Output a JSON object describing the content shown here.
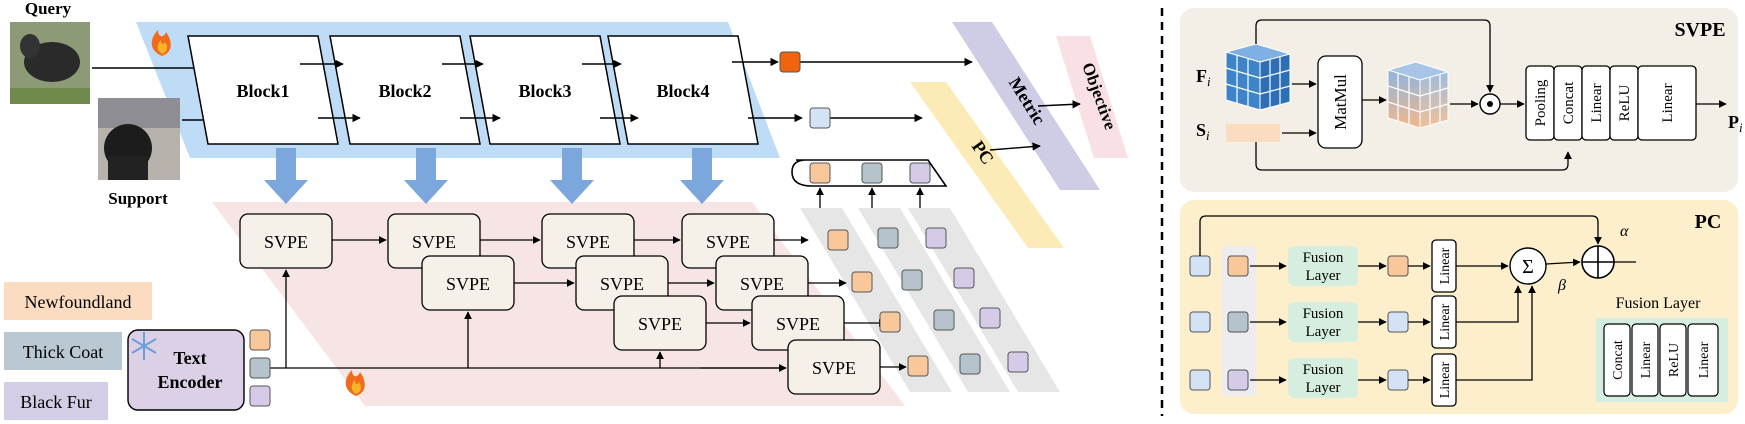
{
  "labels": {
    "query": "Query",
    "support": "Support",
    "block1": "Block1",
    "block2": "Block2",
    "block3": "Block3",
    "block4": "Block4",
    "metric": "Metric",
    "objective": "Objective",
    "pc": "PC",
    "svpe": "SVPE",
    "text_encoder_line1": "Text",
    "text_encoder_line2": "Encoder"
  },
  "attributes": [
    "Newfoundland",
    "Thick Coat",
    "Black Fur"
  ],
  "svpe_panel": {
    "title": "SVPE",
    "f_var": "F",
    "f_sub": "i",
    "s_var": "S",
    "s_sub": "i",
    "matmul": "MatMul",
    "ops": [
      "Pooling",
      "Concat",
      "Linear",
      "ReLU",
      "Linear"
    ],
    "out_var": "P",
    "out_sub": "i"
  },
  "pc_panel": {
    "title": "PC",
    "fusion_layer": [
      "Fusion",
      "Layer"
    ],
    "linear": "Linear",
    "sum_symbol": "Σ",
    "alpha": "α",
    "beta": "β",
    "legend_title": "Fusion Layer",
    "legend_ops": [
      "Concat",
      "Linear",
      "ReLU",
      "Linear"
    ]
  },
  "colors": {
    "backbone_bg": "#bfdcf7",
    "svpe_bg": "#f7e4e4",
    "pc_band": "#fcebb6",
    "metric_band": "#cfcde6",
    "objective_bg": "#f8e0e4",
    "orange_token": "#f9c89a",
    "slate_token": "#b5c3cc",
    "lavender_token": "#d5cbe8",
    "blue_token": "#d3e3f5",
    "flame_token": "#f2630e",
    "attr1": "#fcdcc0",
    "attr2": "#b9c8d3",
    "attr3": "#d4cde6",
    "text_encoder": "#dcd0e7",
    "fusion_green": "#d6eee0",
    "svpe_panel_bg": "#f3efe7",
    "pc_panel_bg": "#fdefcc",
    "arrow_blue": "#7ba7dd"
  }
}
